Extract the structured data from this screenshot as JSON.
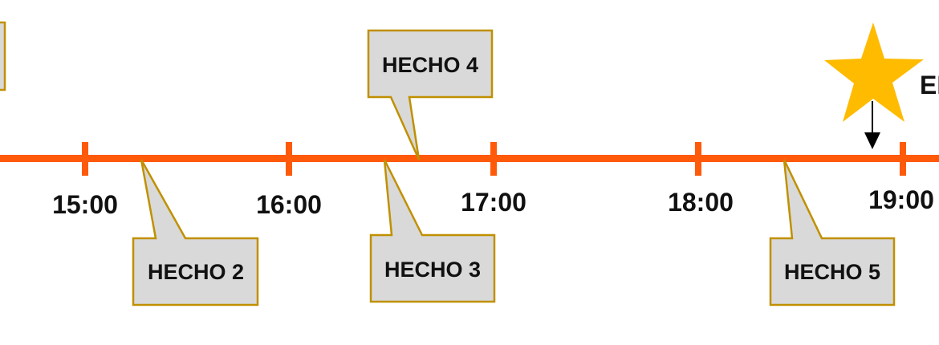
{
  "timeline": {
    "line_color": "#ff5a0a",
    "ticks": [
      "15:00",
      "16:00",
      "17:00",
      "18:00",
      "19:00"
    ]
  },
  "callouts": [
    {
      "label": "HECHO 2"
    },
    {
      "label": "HECHO 3"
    },
    {
      "label": "HECHO 4"
    },
    {
      "label": "HECHO 5"
    }
  ],
  "event": {
    "icon": "star-icon",
    "star_color": "#ffbb00",
    "label_partial": "EI"
  },
  "colors": {
    "callout_fill": "#d9d9d9",
    "callout_border": "#c09000",
    "arrow": "#000000"
  }
}
